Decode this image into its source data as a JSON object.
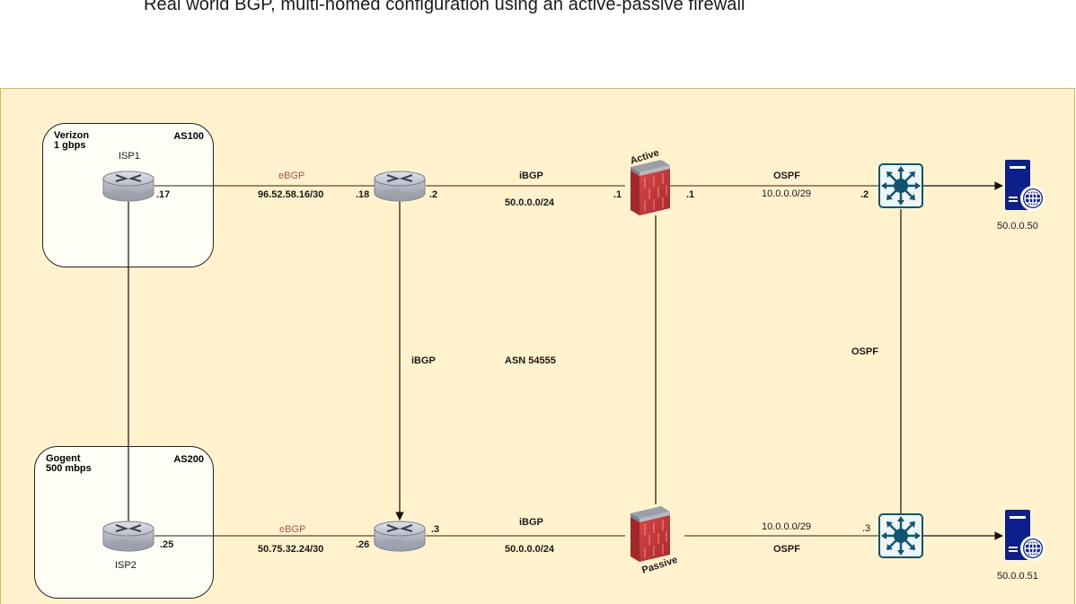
{
  "title": "Real world BGP, multi-homed configuration using an active-passive firewall",
  "colors": {
    "canvas_bg": "#fff2cc",
    "canvas_border": "#d6b656",
    "ebgp_label": "#b85450",
    "switch_fill": "#10546f",
    "server_fill": "#0d1f8c",
    "firewall_red": "#c0393b"
  },
  "isps": [
    {
      "provider": "Verizon",
      "speed": "1 gbps",
      "asn": "AS100",
      "router_label": "ISP1"
    },
    {
      "provider": "Gogent",
      "speed": "500 mbps",
      "asn": "AS200",
      "router_label": "ISP2"
    }
  ],
  "links": {
    "isp1_edge": {
      "protocol": "eBGP",
      "subnet": "96.52.58.16/30",
      "left_ip": ".17",
      "right_ip": ".18"
    },
    "isp2_edge": {
      "protocol": "eBGP",
      "subnet": "50.75.32.24/30",
      "left_ip": ".25",
      "right_ip": ".26"
    },
    "edge1_fw": {
      "protocol": "iBGP",
      "subnet": "50.0.0.0/24",
      "left_ip": ".2",
      "right_ip": ".1"
    },
    "edge2_fw": {
      "protocol": "iBGP",
      "subnet": "50.0.0.0/24",
      "left_ip": ".3"
    },
    "edge_vertical": {
      "protocol": "iBGP"
    },
    "fw1_sw": {
      "protocol": "OSPF",
      "subnet": "10.0.0.0/29",
      "left_ip": ".1",
      "right_ip": ".2"
    },
    "fw2_sw": {
      "protocol": "OSPF",
      "subnet": "10.0.0.0/29",
      "right_ip": ".3"
    },
    "sw_vertical": {
      "protocol": "OSPF"
    }
  },
  "asn_label": "ASN 54555",
  "firewalls": [
    {
      "role": "Active"
    },
    {
      "role": "Passive"
    }
  ],
  "servers": [
    {
      "ip": "50.0.0.50"
    },
    {
      "ip": "50.0.0.51"
    }
  ]
}
